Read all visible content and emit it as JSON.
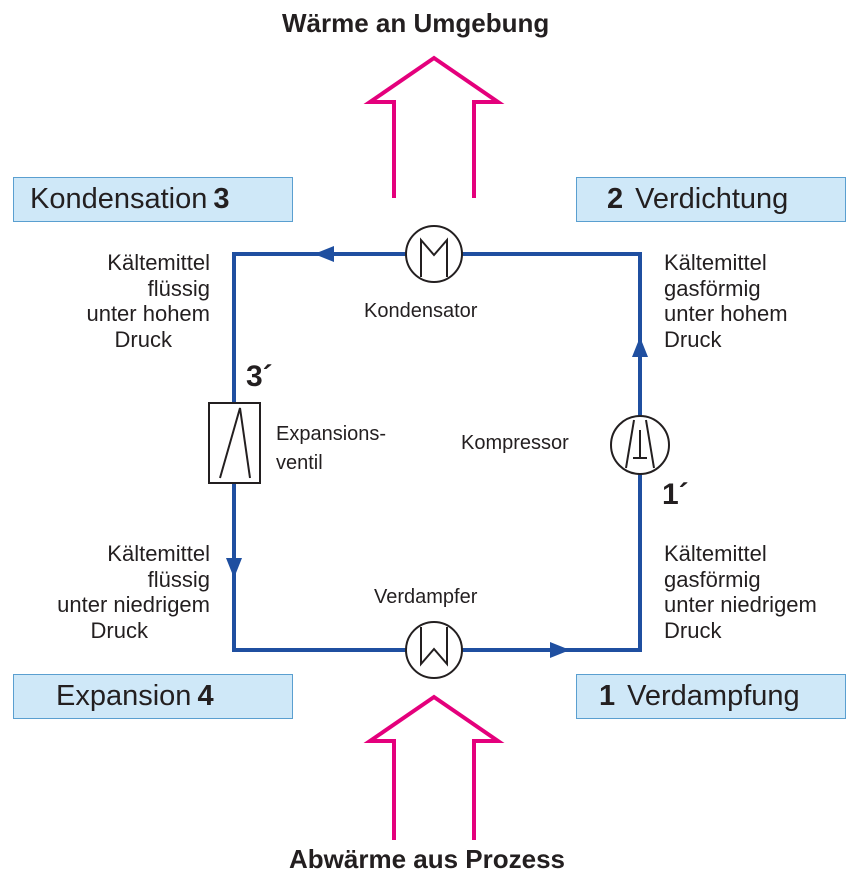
{
  "diagram": {
    "top_heading": "Wärme an Umgebung",
    "bottom_heading": "Abwärme aus Prozess",
    "stages": {
      "kondensation": {
        "label": "Kondensation",
        "number": "3"
      },
      "verdichtung": {
        "label": "Verdichtung",
        "number": "2"
      },
      "expansion": {
        "label": "Expansion",
        "number": "4"
      },
      "verdampfung": {
        "label": "Verdampfung",
        "number": "1"
      }
    },
    "notes": {
      "top_left": [
        "Kältemittel",
        "flüssig",
        "unter hohem",
        "Druck"
      ],
      "top_right": [
        "Kältemittel",
        "gasförmig",
        "unter hohem",
        "Druck"
      ],
      "bottom_left": [
        "Kältemittel",
        "flüssig",
        "unter niedrigem",
        "Druck"
      ],
      "bottom_right": [
        "Kältemittel",
        "gasförmig",
        "unter niedrigem",
        "Druck"
      ]
    },
    "components": {
      "kondensator": "Kondensator",
      "kompressor": "Kompressor",
      "verdampfer": "Verdampfer",
      "expansionsventil": [
        "Expansions-",
        "ventil"
      ]
    },
    "point_labels": {
      "three_prime": "3´",
      "one_prime": "1´"
    },
    "colors": {
      "pipe": "#1f4fa0",
      "heat_arrow": "#e4007c",
      "stage_fill": "#cfe8f8",
      "stage_border": "#5a9fd0"
    }
  }
}
